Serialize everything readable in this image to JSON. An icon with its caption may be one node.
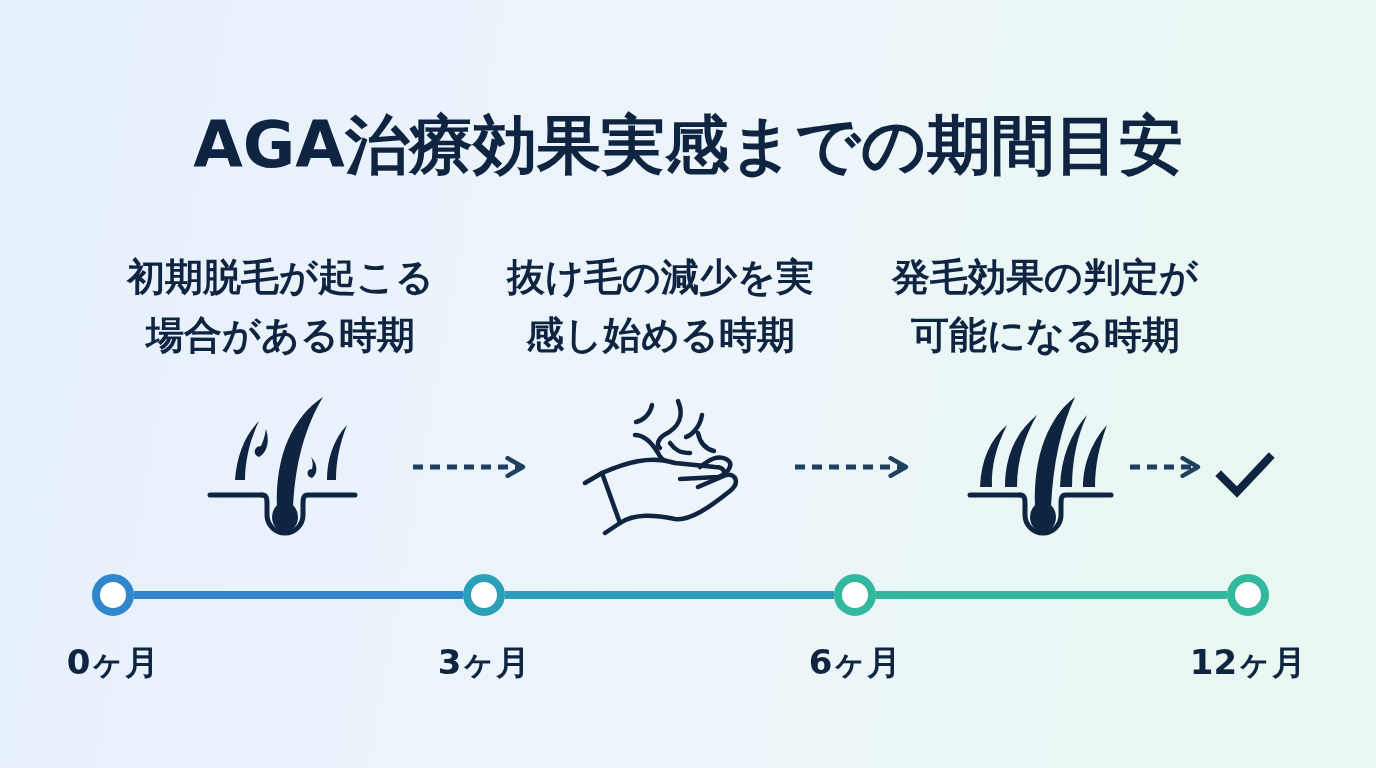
{
  "diagram": {
    "title": "AGA治療効果実感までの期間目安",
    "nodes": [
      {
        "text": [],
        "shape": "picture",
        "beside": [
          "初期脱毛が起こる場合がある時期"
        ]
      },
      {
        "text": [],
        "shape": "picture",
        "beside": [
          "抜け毛の減少を実感し始める時期"
        ]
      },
      {
        "text": [],
        "shape": "picture",
        "beside": [
          "発毛効果の判定が可能になる時期"
        ]
      },
      {
        "text": [],
        "shape": "checkmark"
      },
      {
        "text": [],
        "shape": "circle",
        "beside": [
          "0ヶ月"
        ]
      },
      {
        "text": [],
        "shape": "circle",
        "beside": [
          "3ヶ月"
        ]
      },
      {
        "text": [],
        "shape": "circle",
        "beside": [
          "6ヶ月"
        ]
      },
      {
        "text": [],
        "shape": "circle",
        "beside": [
          "12ヶ月"
        ]
      }
    ],
    "edges": [
      {
        "from": 0,
        "to": 1,
        "arrow": "to",
        "style": "dashed"
      },
      {
        "from": 1,
        "to": 2,
        "arrow": "to",
        "style": "dashed"
      },
      {
        "from": 2,
        "to": 3,
        "arrow": "to",
        "style": "dashed"
      },
      {
        "from": 4,
        "to": 5,
        "arrow": "none",
        "color": "#2f86cc"
      },
      {
        "from": 5,
        "to": 6,
        "arrow": "none",
        "color": "#2c9fb8"
      },
      {
        "from": 6,
        "to": 7,
        "arrow": "none",
        "color": "#31b89d"
      }
    ]
  }
}
